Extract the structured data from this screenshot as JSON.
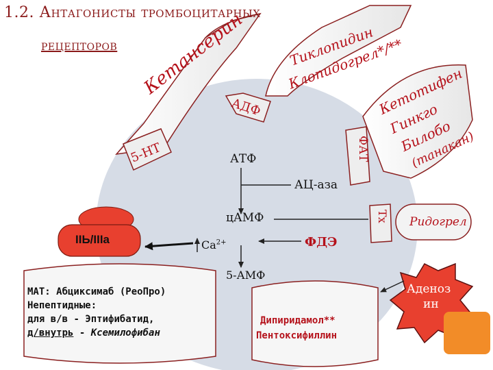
{
  "title": {
    "line1": "1.2. Антагонисты тромбоцитарных",
    "line2": "рецепторов"
  },
  "diagram": {
    "ketanserin": "Кетансерин",
    "ticlopidine": "Тиклопидин",
    "clopidogrel": "Клопидогрел*/**",
    "adp": "АДФ",
    "ketotifen": "Кетотифен",
    "ginkgo": "Гинкго",
    "biloba": "Билобо",
    "tanakan": "(танакан)",
    "serotonin": "5-НТ",
    "atp": "АТФ",
    "paf": "ФАТ",
    "ac_ase": "АЦ-аза",
    "camp": "цАМФ",
    "tx": "Тх",
    "ridogrel": "Ридогрел",
    "gp_receptor": "IIЬ/IIIа",
    "calcium": "Са",
    "calcium_sup": "2+",
    "pde": "ФДЭ",
    "amp5": "5-АМФ",
    "adenosine_line1": "Аденоз",
    "adenosine_line2": "ин",
    "mat_box": {
      "line1": "МАТ: Абциксимаб (РеоПро)",
      "line2": "Непептидные:",
      "line3_label": "для в/в",
      "line3_sep": " - ",
      "line3_drug": "Эптифибатид,",
      "line4_label": "д/внутрь",
      "line4_sep": " - ",
      "line4_drug": "Ксемилофибан"
    },
    "pde_box": {
      "line1": "Дипиридамол**",
      "line2": "Пентоксифиллин"
    }
  },
  "colors": {
    "accent": "#8b1a1a",
    "drug_red": "#b5121b",
    "blob": "#d6dce6",
    "red_fill": "#e8402f",
    "orange": "#f28c28",
    "light_fill": "#f3f3f3"
  }
}
